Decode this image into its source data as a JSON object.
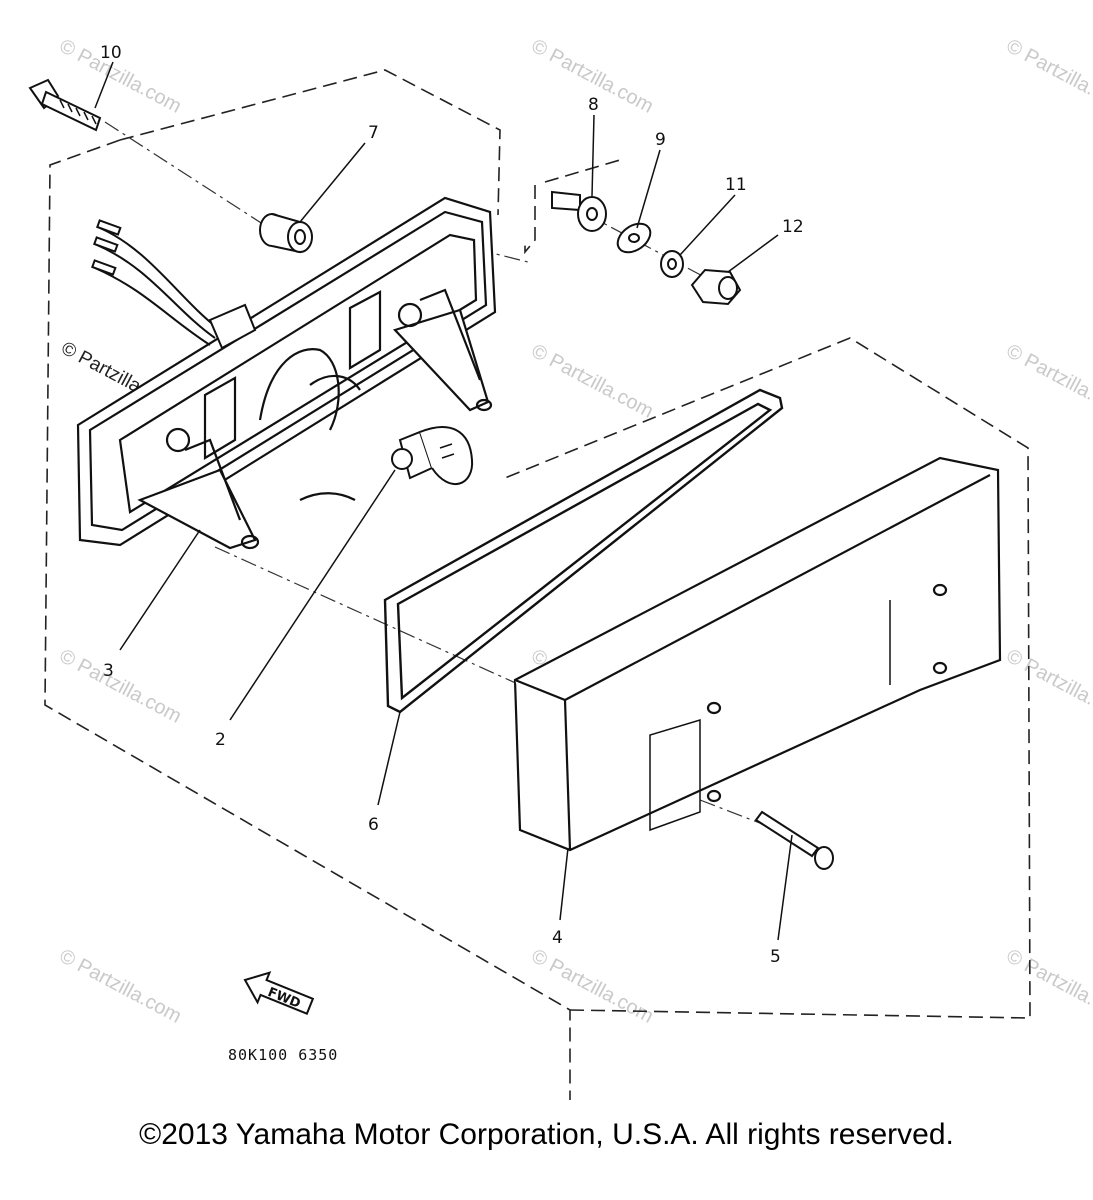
{
  "diagram": {
    "callouts": [
      "10",
      "7",
      "8",
      "9",
      "11",
      "12",
      "3",
      "2",
      "6",
      "4",
      "5"
    ],
    "fwd_label": "FWD",
    "drawing_code": "80K100 6350"
  },
  "watermark": {
    "text": "© Partzilla.com"
  },
  "footer": {
    "copyright": "©2013  Yamaha Motor Corporation, U.S.A. All rights reserved."
  }
}
